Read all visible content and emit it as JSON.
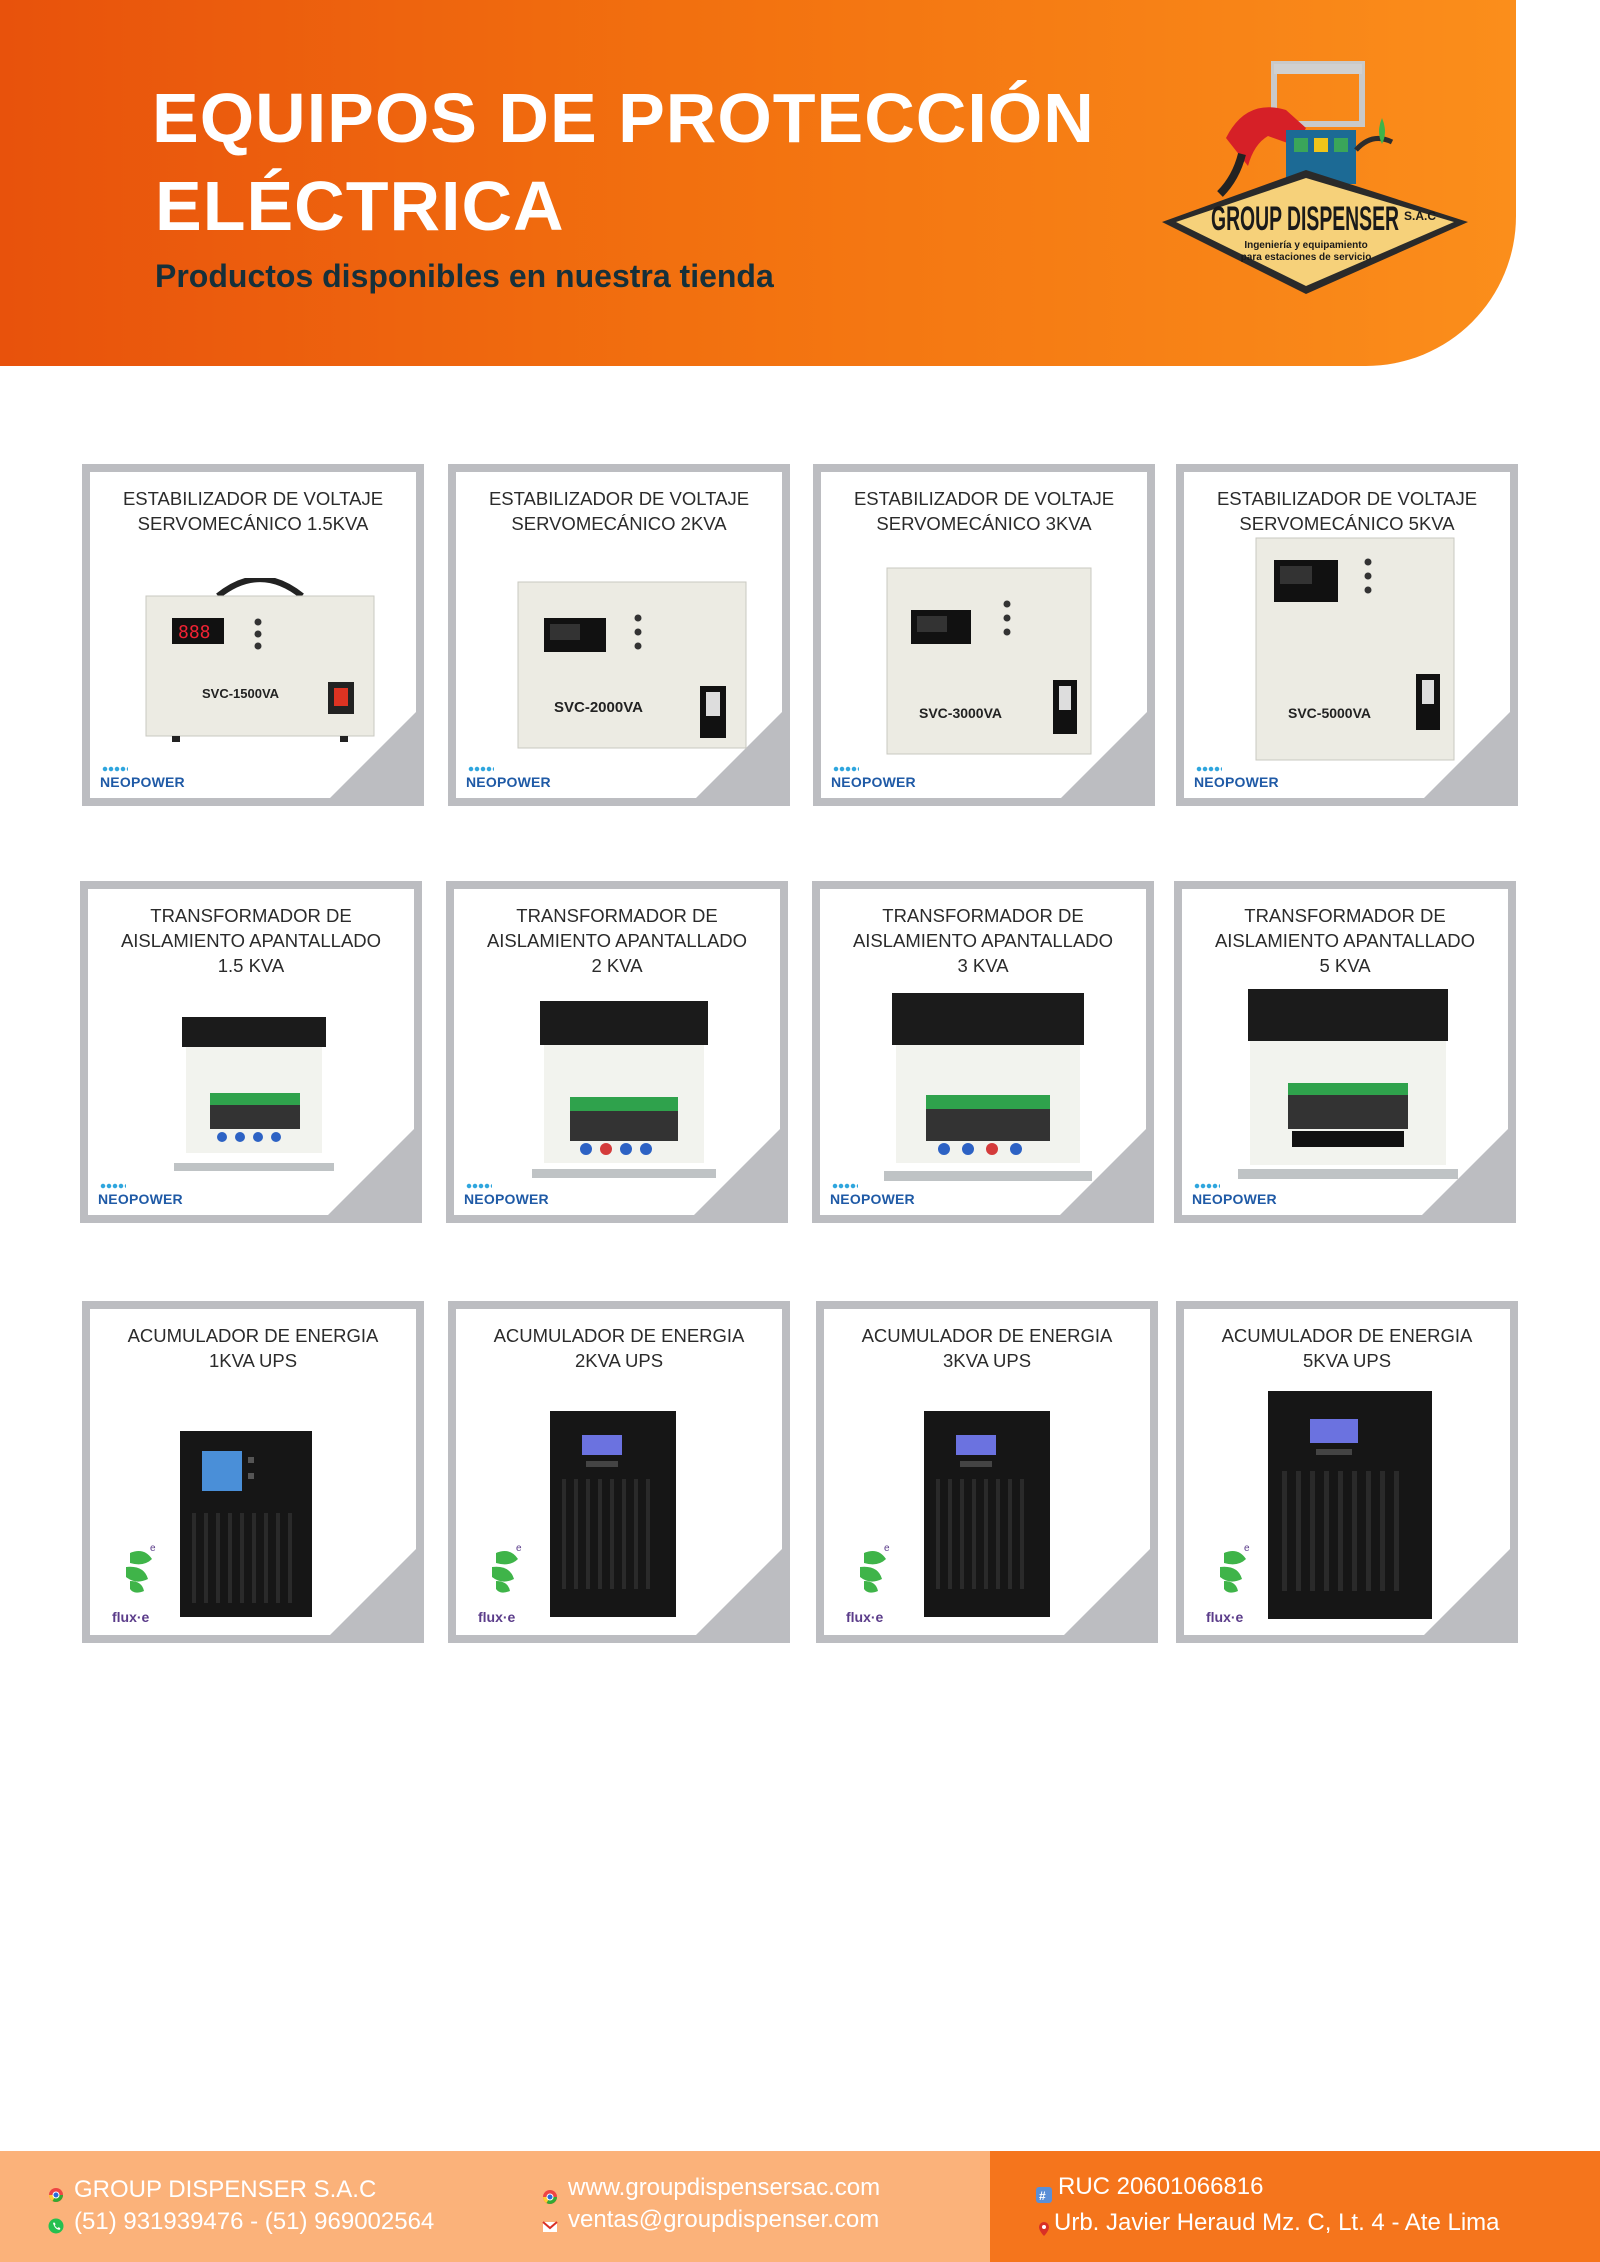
{
  "header": {
    "title_line1": "EQUIPOS DE PROTECCIÓN",
    "title_line2": "ELÉCTRICA",
    "subtitle": "Productos disponibles en nuestra tienda"
  },
  "logo": {
    "name": "GROUP DISPENSER",
    "suffix": "S.A.C",
    "tagline_1": "Ingeniería y equipamiento",
    "tagline_2": "para estaciones de servicio"
  },
  "products": [
    {
      "name": "ESTABILIZADOR DE VOLTAJE\nSERVOMECÁNICO 1.5KVA",
      "brand": "NEOPOWER",
      "model": "SVC-1500VA"
    },
    {
      "name": "ESTABILIZADOR DE VOLTAJE\nSERVOMECÁNICO 2KVA",
      "brand": "NEOPOWER",
      "model": "SVC-2000VA"
    },
    {
      "name": "ESTABILIZADOR DE VOLTAJE\nSERVOMECÁNICO 3KVA",
      "brand": "NEOPOWER",
      "model": "SVC-3000VA"
    },
    {
      "name": "ESTABILIZADOR DE VOLTAJE\nSERVOMECÁNICO 5KVA",
      "brand": "NEOPOWER",
      "model": "SVC-5000VA"
    },
    {
      "name": "TRANSFORMADOR DE\nAISLAMIENTO APANTALLADO\n1.5 KVA",
      "brand": "NEOPOWER"
    },
    {
      "name": "TRANSFORMADOR DE\nAISLAMIENTO APANTALLADO\n2 KVA",
      "brand": "NEOPOWER"
    },
    {
      "name": "TRANSFORMADOR DE\nAISLAMIENTO APANTALLADO\n3 KVA",
      "brand": "NEOPOWER"
    },
    {
      "name": "TRANSFORMADOR DE\nAISLAMIENTO APANTALLADO\n5 KVA",
      "brand": "NEOPOWER"
    },
    {
      "name": "ACUMULADOR DE ENERGIA\n1KVA UPS",
      "brand": "flux·e"
    },
    {
      "name": "ACUMULADOR DE ENERGIA\n2KVA UPS",
      "brand": "flux·e"
    },
    {
      "name": "ACUMULADOR DE ENERGIA\n3KVA UPS",
      "brand": "flux·e"
    },
    {
      "name": "ACUMULADOR DE ENERGIA\n5KVA UPS",
      "brand": "flux·e"
    }
  ],
  "footer": {
    "company": "GROUP DISPENSER S.A.C",
    "phones": "(51) 931939476  - (51) 969002564",
    "website": "www.groupdispensersac.com",
    "email": "ventas@groupdispenser.com",
    "ruc": "RUC 20601066816",
    "address": "Urb. Javier Heraud Mz. C, Lt. 4 - Ate Lima"
  },
  "colors": {
    "header_start": "#e8520c",
    "header_end": "#fb8e1b",
    "subtitle": "#16303a",
    "card_frame": "#bcbdc1",
    "footer_left": "#fbb27a",
    "footer_right": "#f5751c"
  }
}
